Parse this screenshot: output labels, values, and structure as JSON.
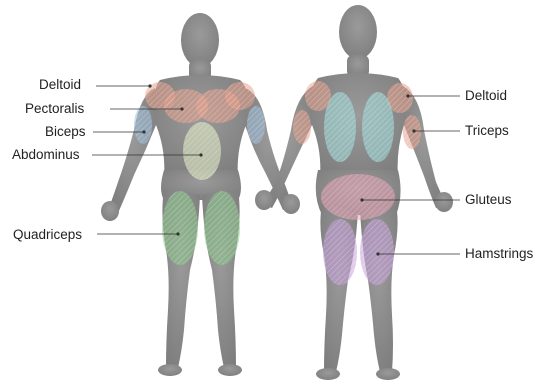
{
  "labels": {
    "deltoid_front": "Deltoid",
    "pectoralis": "Pectoralis",
    "biceps": "Biceps",
    "abdominus": "Abdominus",
    "quadriceps": "Quadriceps",
    "deltoid_back": "Deltoid",
    "triceps": "Triceps",
    "gluteus": "Gluteus",
    "hamstrings": "Hamstrings"
  },
  "colors": {
    "body": "#8e8e8e",
    "body_shade": "#7a7a7a",
    "leader": "#333333",
    "deltoid": "#e6a08c",
    "pectoralis": "#e6a08c",
    "biceps": "#9ec0dc",
    "abdominus": "#e6f0c8",
    "quadriceps": "#8cc88c",
    "triceps": "#e6a08c",
    "lats": "#a0e0dc",
    "gluteus": "#e6a0b4",
    "hamstrings": "#c8a0dc"
  }
}
